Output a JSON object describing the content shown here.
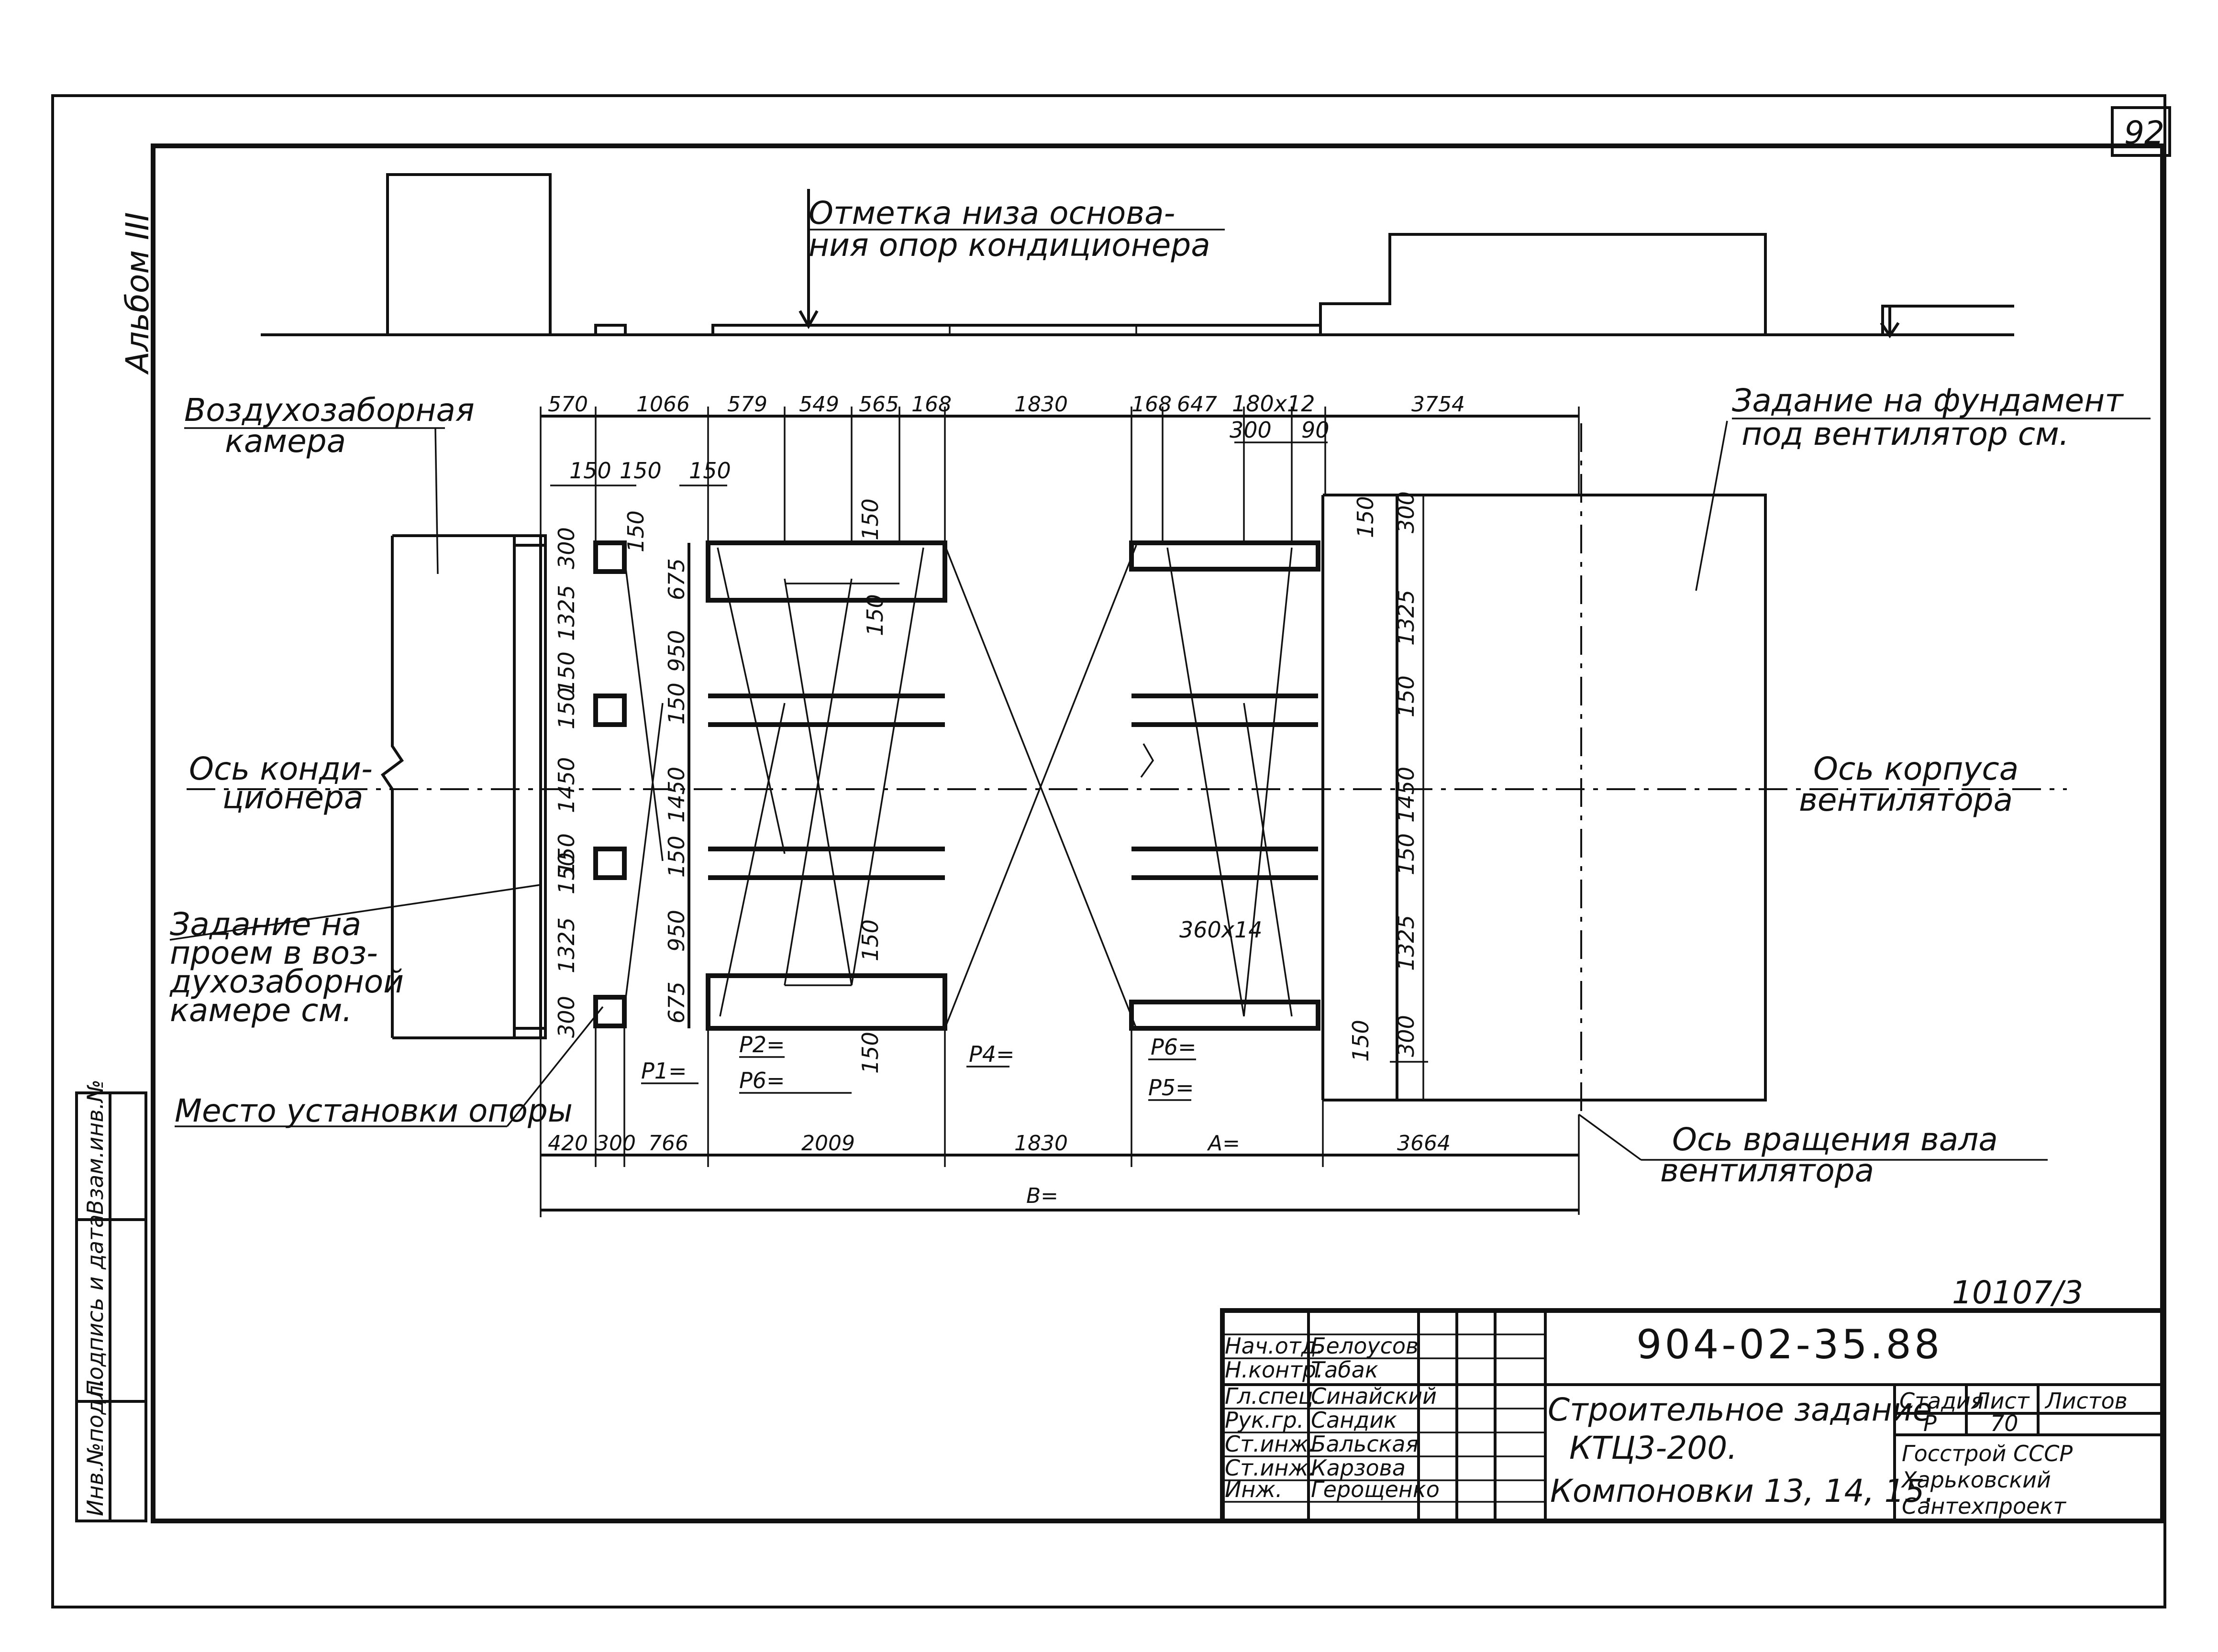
{
  "sheet": {
    "page_number": "92",
    "album": "Альбом III",
    "sheet_code": "10107/3"
  },
  "labels": {
    "base_mark": [
      "Отметка низа основа-",
      "ния опор кондиционера"
    ],
    "air_chamber": [
      "Воздухозаборная",
      "камера"
    ],
    "fan_foundation": [
      "Задание на фундамент",
      "под вентилятор см."
    ],
    "conditioner_axis": [
      "Ось конди-",
      "ционера"
    ],
    "fan_body_axis": [
      "Ось корпуса",
      "вентилятора"
    ],
    "opening_task": [
      "Задание на",
      "проем в воз-",
      "духозаборной",
      "камере см."
    ],
    "support_place": "Место установки опоры",
    "shaft_axis": [
      "Ось вращения вала",
      "вентилятора"
    ]
  },
  "loads": [
    "P1=",
    "P2=",
    "P6=",
    "P4=",
    "P6=",
    "P5="
  ],
  "dimensions": {
    "top": [
      "570",
      "1066",
      "579",
      "549",
      "565",
      "168",
      "1830",
      "168",
      "647",
      "180х12",
      "3754"
    ],
    "sub": [
      "150",
      "150",
      "150",
      "300",
      "90"
    ],
    "bottom": [
      "420",
      "300",
      "766",
      "2009",
      "1830",
      "A=",
      "3664"
    ],
    "total": "B=",
    "left_col": [
      "300",
      "1325",
      "150",
      "150",
      "1450",
      "150",
      "150",
      "1325",
      "300"
    ],
    "mid_col": [
      "675",
      "950",
      "150",
      "1450",
      "150",
      "950",
      "675"
    ],
    "right_col": [
      "300",
      "1325",
      "150",
      "1450",
      "150",
      "1325",
      "300"
    ],
    "small": [
      "150",
      "150",
      "150",
      "150",
      "150",
      "150",
      "150",
      "360х14"
    ]
  },
  "title_block": {
    "doc_number": "904-02-35.88",
    "description": [
      "Строительное задание",
      "КТЦ3-200.",
      "Компоновки 13, 14, 15."
    ],
    "stage_header": [
      "Стадия",
      "Лист",
      "Листов"
    ],
    "stage_values": [
      "Р",
      "70",
      ""
    ],
    "organization": [
      "Госстрой СССР",
      "Харьковский",
      "Сантехпроект"
    ],
    "roles": [
      "Нач.отд.",
      "Н.контр.",
      "Гл.спец.",
      "Рук.гр.",
      "Ст.инж.",
      "Ст.инж.",
      "Инж."
    ],
    "names": [
      "Белоусов",
      "Табак",
      "Синайский",
      "Сандик",
      "Бальская",
      "Карзова",
      "Герощенко"
    ]
  },
  "side_stamp": [
    "Инв.№подл.",
    "Подпись и дата",
    "Взам.инв.№"
  ]
}
